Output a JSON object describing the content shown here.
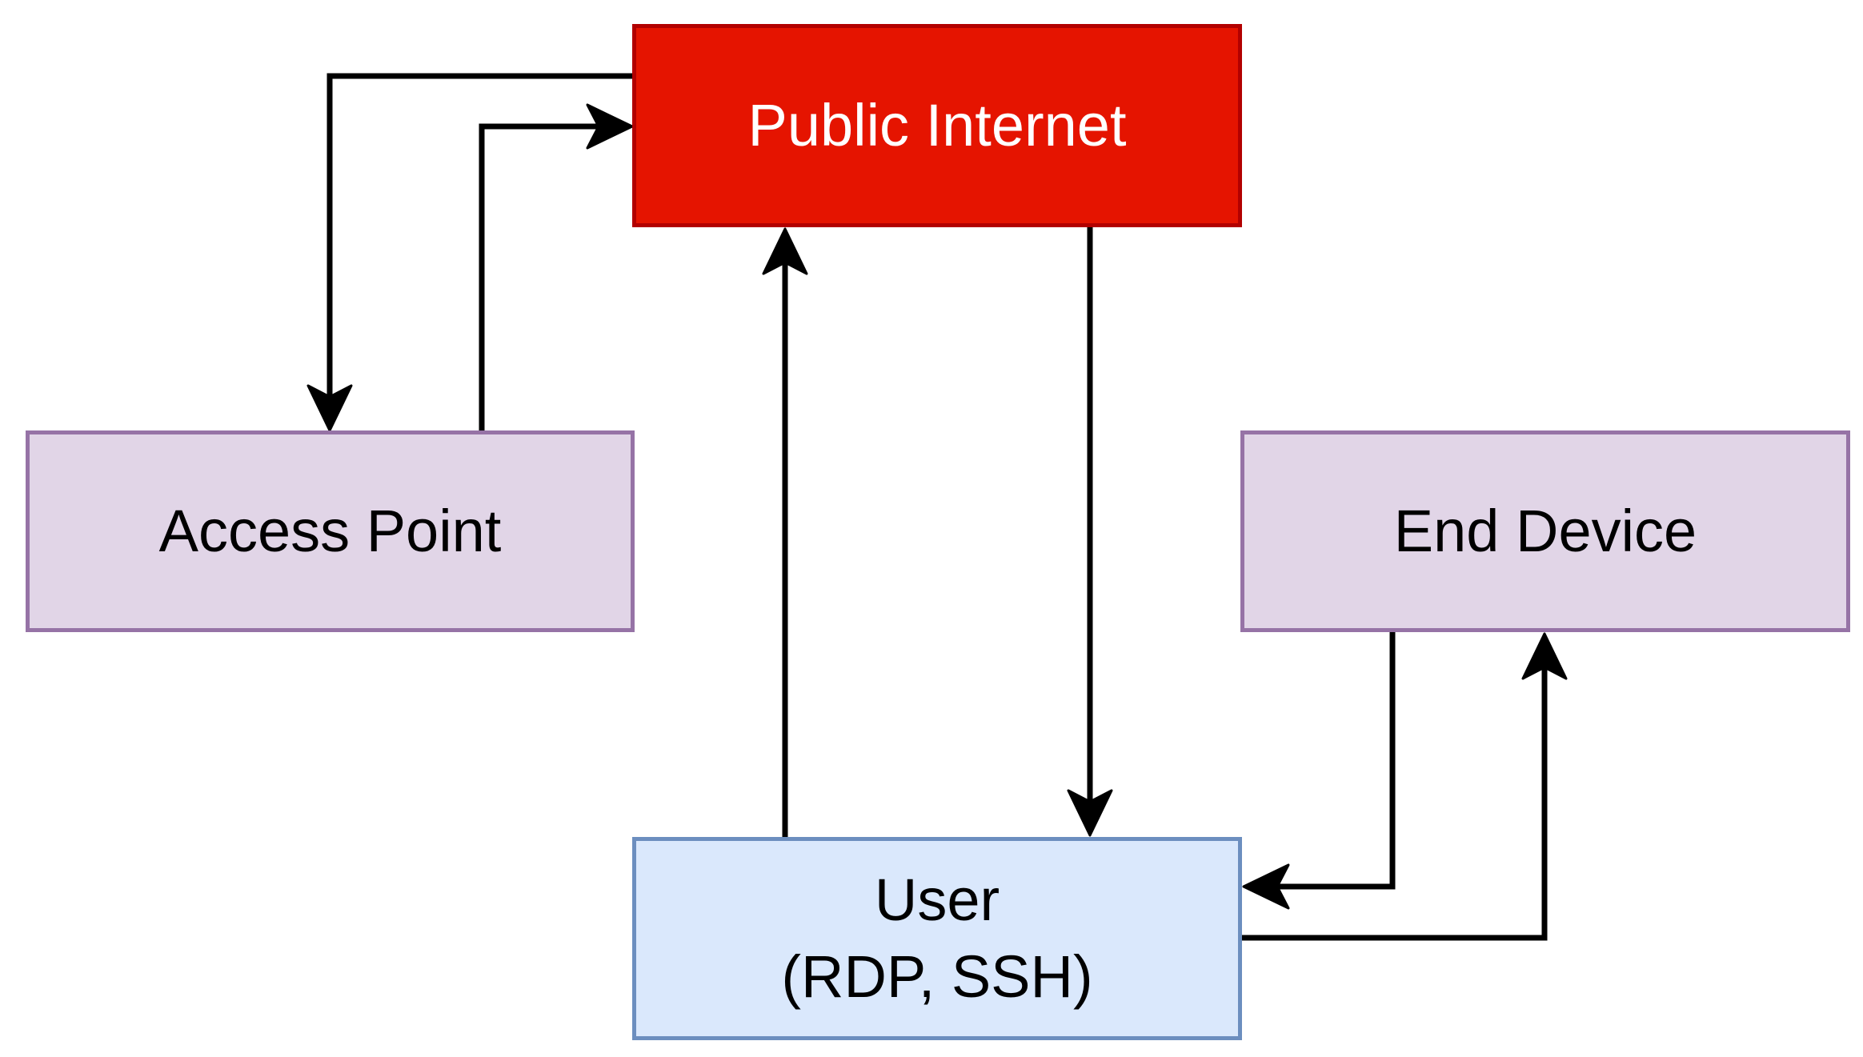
{
  "nodes": {
    "public_internet": {
      "label": "Public Internet",
      "fill": "#e51400",
      "stroke": "#b20000",
      "text_color": "#ffffff"
    },
    "access_point": {
      "label": "Access Point",
      "fill": "#e1d5e7",
      "stroke": "#9673a6"
    },
    "end_device": {
      "label": "End Device",
      "fill": "#e1d5e7",
      "stroke": "#9673a6"
    },
    "user": {
      "label_line1": "User",
      "label_line2": "(RDP, SSH)",
      "fill": "#dae8fc",
      "stroke": "#6c8ebf"
    }
  },
  "edges": [
    {
      "from": "public_internet",
      "to": "access_point"
    },
    {
      "from": "access_point",
      "to": "public_internet"
    },
    {
      "from": "user",
      "to": "public_internet"
    },
    {
      "from": "public_internet",
      "to": "user"
    },
    {
      "from": "end_device",
      "to": "user"
    },
    {
      "from": "user",
      "to": "end_device"
    }
  ],
  "edge_color": "#000000"
}
